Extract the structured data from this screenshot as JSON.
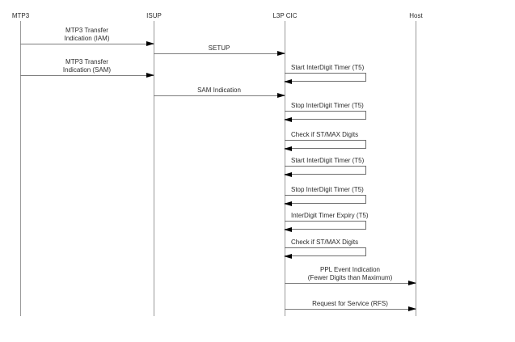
{
  "diagram": {
    "type": "sequence-diagram",
    "actors": [
      {
        "name": "MTP3"
      },
      {
        "name": "ISUP"
      },
      {
        "name": "L3P CIC"
      },
      {
        "name": "Host"
      }
    ],
    "messages": [
      {
        "from": "MTP3",
        "to": "ISUP",
        "kind": "arrow",
        "label": "MTP3 Transfer\nIndication (IAM)"
      },
      {
        "from": "ISUP",
        "to": "L3P CIC",
        "kind": "arrow",
        "label": "SETUP"
      },
      {
        "from": "MTP3",
        "to": "ISUP",
        "kind": "arrow",
        "label": "MTP3 Transfer\nIndication (SAM)"
      },
      {
        "from": "L3P CIC",
        "to": "L3P CIC",
        "kind": "self",
        "label": "Start InterDigit Timer (T5)"
      },
      {
        "from": "ISUP",
        "to": "L3P CIC",
        "kind": "arrow",
        "label": "SAM Indication"
      },
      {
        "from": "L3P CIC",
        "to": "L3P CIC",
        "kind": "self",
        "label": "Stop InterDigit Timer (T5)"
      },
      {
        "from": "L3P CIC",
        "to": "L3P CIC",
        "kind": "self",
        "label": "Check if ST/MAX Digits"
      },
      {
        "from": "L3P CIC",
        "to": "L3P CIC",
        "kind": "self",
        "label": "Start InterDigit Timer (T5)"
      },
      {
        "from": "L3P CIC",
        "to": "L3P CIC",
        "kind": "self",
        "label": "Stop InterDigit Timer (T5)"
      },
      {
        "from": "L3P CIC",
        "to": "L3P CIC",
        "kind": "self",
        "label": "InterDigit Timer Expiry (T5)"
      },
      {
        "from": "L3P CIC",
        "to": "L3P CIC",
        "kind": "self",
        "label": "Check if ST/MAX Digits"
      },
      {
        "from": "L3P CIC",
        "to": "Host",
        "kind": "arrow",
        "label": "PPL Event Indication\n(Fewer Digits than Maximum)"
      },
      {
        "from": "L3P CIC",
        "to": "Host",
        "kind": "arrow",
        "label": "Request for Service (RFS)"
      }
    ],
    "colors": {
      "background": "#ffffff",
      "lifeline": "#9a9a9a",
      "message_line": "#7d7d7d",
      "arrowhead": "#000000",
      "text": "#2b2b2b"
    }
  }
}
